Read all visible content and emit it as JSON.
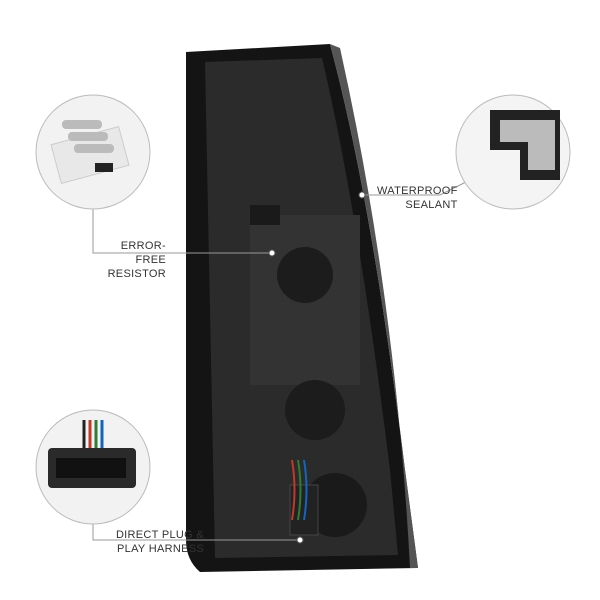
{
  "callouts": {
    "sealant": {
      "line1": "WATERPROOF",
      "line2": "SEALANT"
    },
    "resistor": {
      "line1": "ERROR-FREE",
      "line2": "RESISTOR"
    },
    "harness": {
      "line1": "DIRECT PLUG &",
      "line2": "PLAY HARNESS"
    }
  },
  "colors": {
    "housing": "#1e1e1e",
    "panel": "#2c2c2c",
    "line": "#9a9a9a",
    "text": "#333333"
  }
}
